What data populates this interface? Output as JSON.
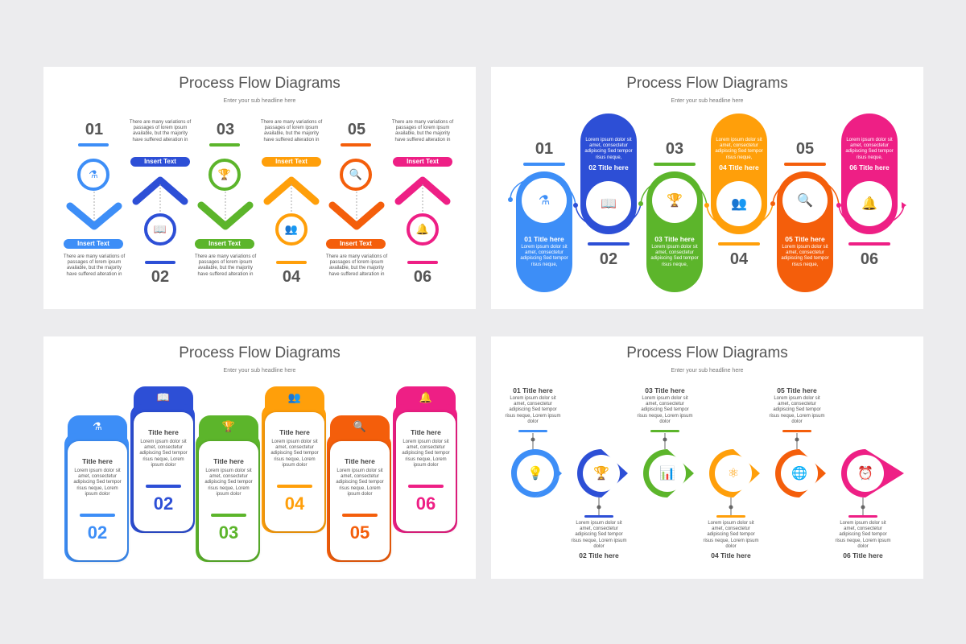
{
  "colors": {
    "blue": "#3d8ef7",
    "navy": "#2d4fd6",
    "green": "#5cb52b",
    "orange": "#ff9f0a",
    "red": "#f45e0b",
    "pink": "#ee1f85"
  },
  "slides": [
    {
      "title": "Process Flow Diagrams",
      "subtitle": "Enter your sub headline here"
    },
    {
      "title": "Process Flow Diagrams",
      "subtitle": "Enter your sub headline here"
    },
    {
      "title": "Process Flow Diagrams",
      "subtitle": "Enter your sub headline here"
    },
    {
      "title": "Process Flow Diagrams",
      "subtitle": "Enter your sub headline here"
    }
  ],
  "s1": {
    "steps": [
      {
        "num": "01",
        "label": "Insert Text",
        "text": "There are many variations of passages of lorem ipsum available, but the majority have suffered alteration in",
        "icon": "flask-icon"
      },
      {
        "num": "02",
        "label": "Insert Text",
        "text": "There are many variations of passages of lorem ipsum available, but the majority have suffered alteration in",
        "icon": "book-icon"
      },
      {
        "num": "03",
        "label": "Insert Text",
        "text": "There are many variations of passages of lorem ipsum available, but the majority have suffered alteration in",
        "icon": "trophy-icon"
      },
      {
        "num": "04",
        "label": "Insert Text",
        "text": "There are many variations of passages of lorem ipsum available, but the majority have suffered alteration in",
        "icon": "team-icon"
      },
      {
        "num": "05",
        "label": "Insert Text",
        "text": "There are many variations of passages of lorem ipsum available, but the majority have suffered alteration in",
        "icon": "search-icon"
      },
      {
        "num": "06",
        "label": "Insert Text",
        "text": "There are many variations of passages of lorem ipsum available, but the majority have suffered alteration in",
        "icon": "bell-icon"
      }
    ]
  },
  "s2": {
    "steps": [
      {
        "num": "01",
        "title": "01 Title here",
        "text": "Lorem ipsum dolor sit amet, consectetur adipiscing Sed tempor risus neque,"
      },
      {
        "num": "02",
        "title": "02 Title here",
        "text": "Lorem ipsum dolor sit amet, consectetur adipiscing Sed tempor risus neque,"
      },
      {
        "num": "03",
        "title": "03 Title here",
        "text": "Lorem ipsum dolor sit amet, consectetur adipiscing Sed tempor risus neque,"
      },
      {
        "num": "04",
        "title": "04 Title here",
        "text": "Lorem ipsum dolor sit amet, consectetur adipiscing Sed tempor risus neque,"
      },
      {
        "num": "05",
        "title": "05 Title here",
        "text": "Lorem ipsum dolor sit amet, consectetur adipiscing Sed tempor risus neque,"
      },
      {
        "num": "06",
        "title": "06 Title here",
        "text": "Lorem ipsum dolor sit amet, consectetur adipiscing Sed tempor risus neque,"
      }
    ]
  },
  "s3": {
    "steps": [
      {
        "num": "02",
        "title": "Title here",
        "text": "Lorem ipsum dolor sit amet, consectetur adipiscing Sed tempor risus neque, Lorem ipsum dolor"
      },
      {
        "num": "02",
        "title": "Title here",
        "text": "Lorem ipsum dolor sit amet, consectetur adipiscing Sed tempor risus neque, Lorem ipsum dolor"
      },
      {
        "num": "03",
        "title": "Title here",
        "text": "Lorem ipsum dolor sit amet, consectetur adipiscing Sed tempor risus neque, Lorem ipsum dolor"
      },
      {
        "num": "04",
        "title": "Title here",
        "text": "Lorem ipsum dolor sit amet, consectetur adipiscing Sed tempor risus neque, Lorem ipsum dolor"
      },
      {
        "num": "05",
        "title": "Title here",
        "text": "Lorem ipsum dolor sit amet, consectetur adipiscing Sed tempor risus neque, Lorem ipsum dolor"
      },
      {
        "num": "06",
        "title": "Title here",
        "text": "Lorem ipsum dolor sit amet, consectetur adipiscing Sed tempor risus neque, Lorem ipsum dolor"
      }
    ]
  },
  "s4": {
    "steps": [
      {
        "title": "01 Title here",
        "text": "Lorem ipsum dolor sit amet, consectetur adipiscing Sed tempor risus neque, Lorem ipsum dolor",
        "icon": "bulb-icon"
      },
      {
        "title": "02 Title here",
        "text": "Lorem ipsum dolor sit amet, consectetur adipiscing Sed tempor risus neque, Lorem ipsum dolor",
        "icon": "trophy-icon"
      },
      {
        "title": "03 Title here",
        "text": "Lorem ipsum dolor sit amet, consectetur adipiscing Sed tempor risus neque, Lorem ipsum dolor",
        "icon": "presentation-icon"
      },
      {
        "title": "04 Title here",
        "text": "Lorem ipsum dolor sit amet, consectetur adipiscing Sed tempor risus neque, Lorem ipsum dolor",
        "icon": "atom-icon"
      },
      {
        "title": "05 Title here",
        "text": "Lorem ipsum dolor sit amet, consectetur adipiscing Sed tempor risus neque, Lorem ipsum dolor",
        "icon": "globe-icon"
      },
      {
        "title": "06 Title here",
        "text": "Lorem ipsum dolor sit amet, consectetur adipiscing Sed tempor risus neque, Lorem ipsum dolor",
        "icon": "alarm-clock-icon"
      }
    ]
  }
}
